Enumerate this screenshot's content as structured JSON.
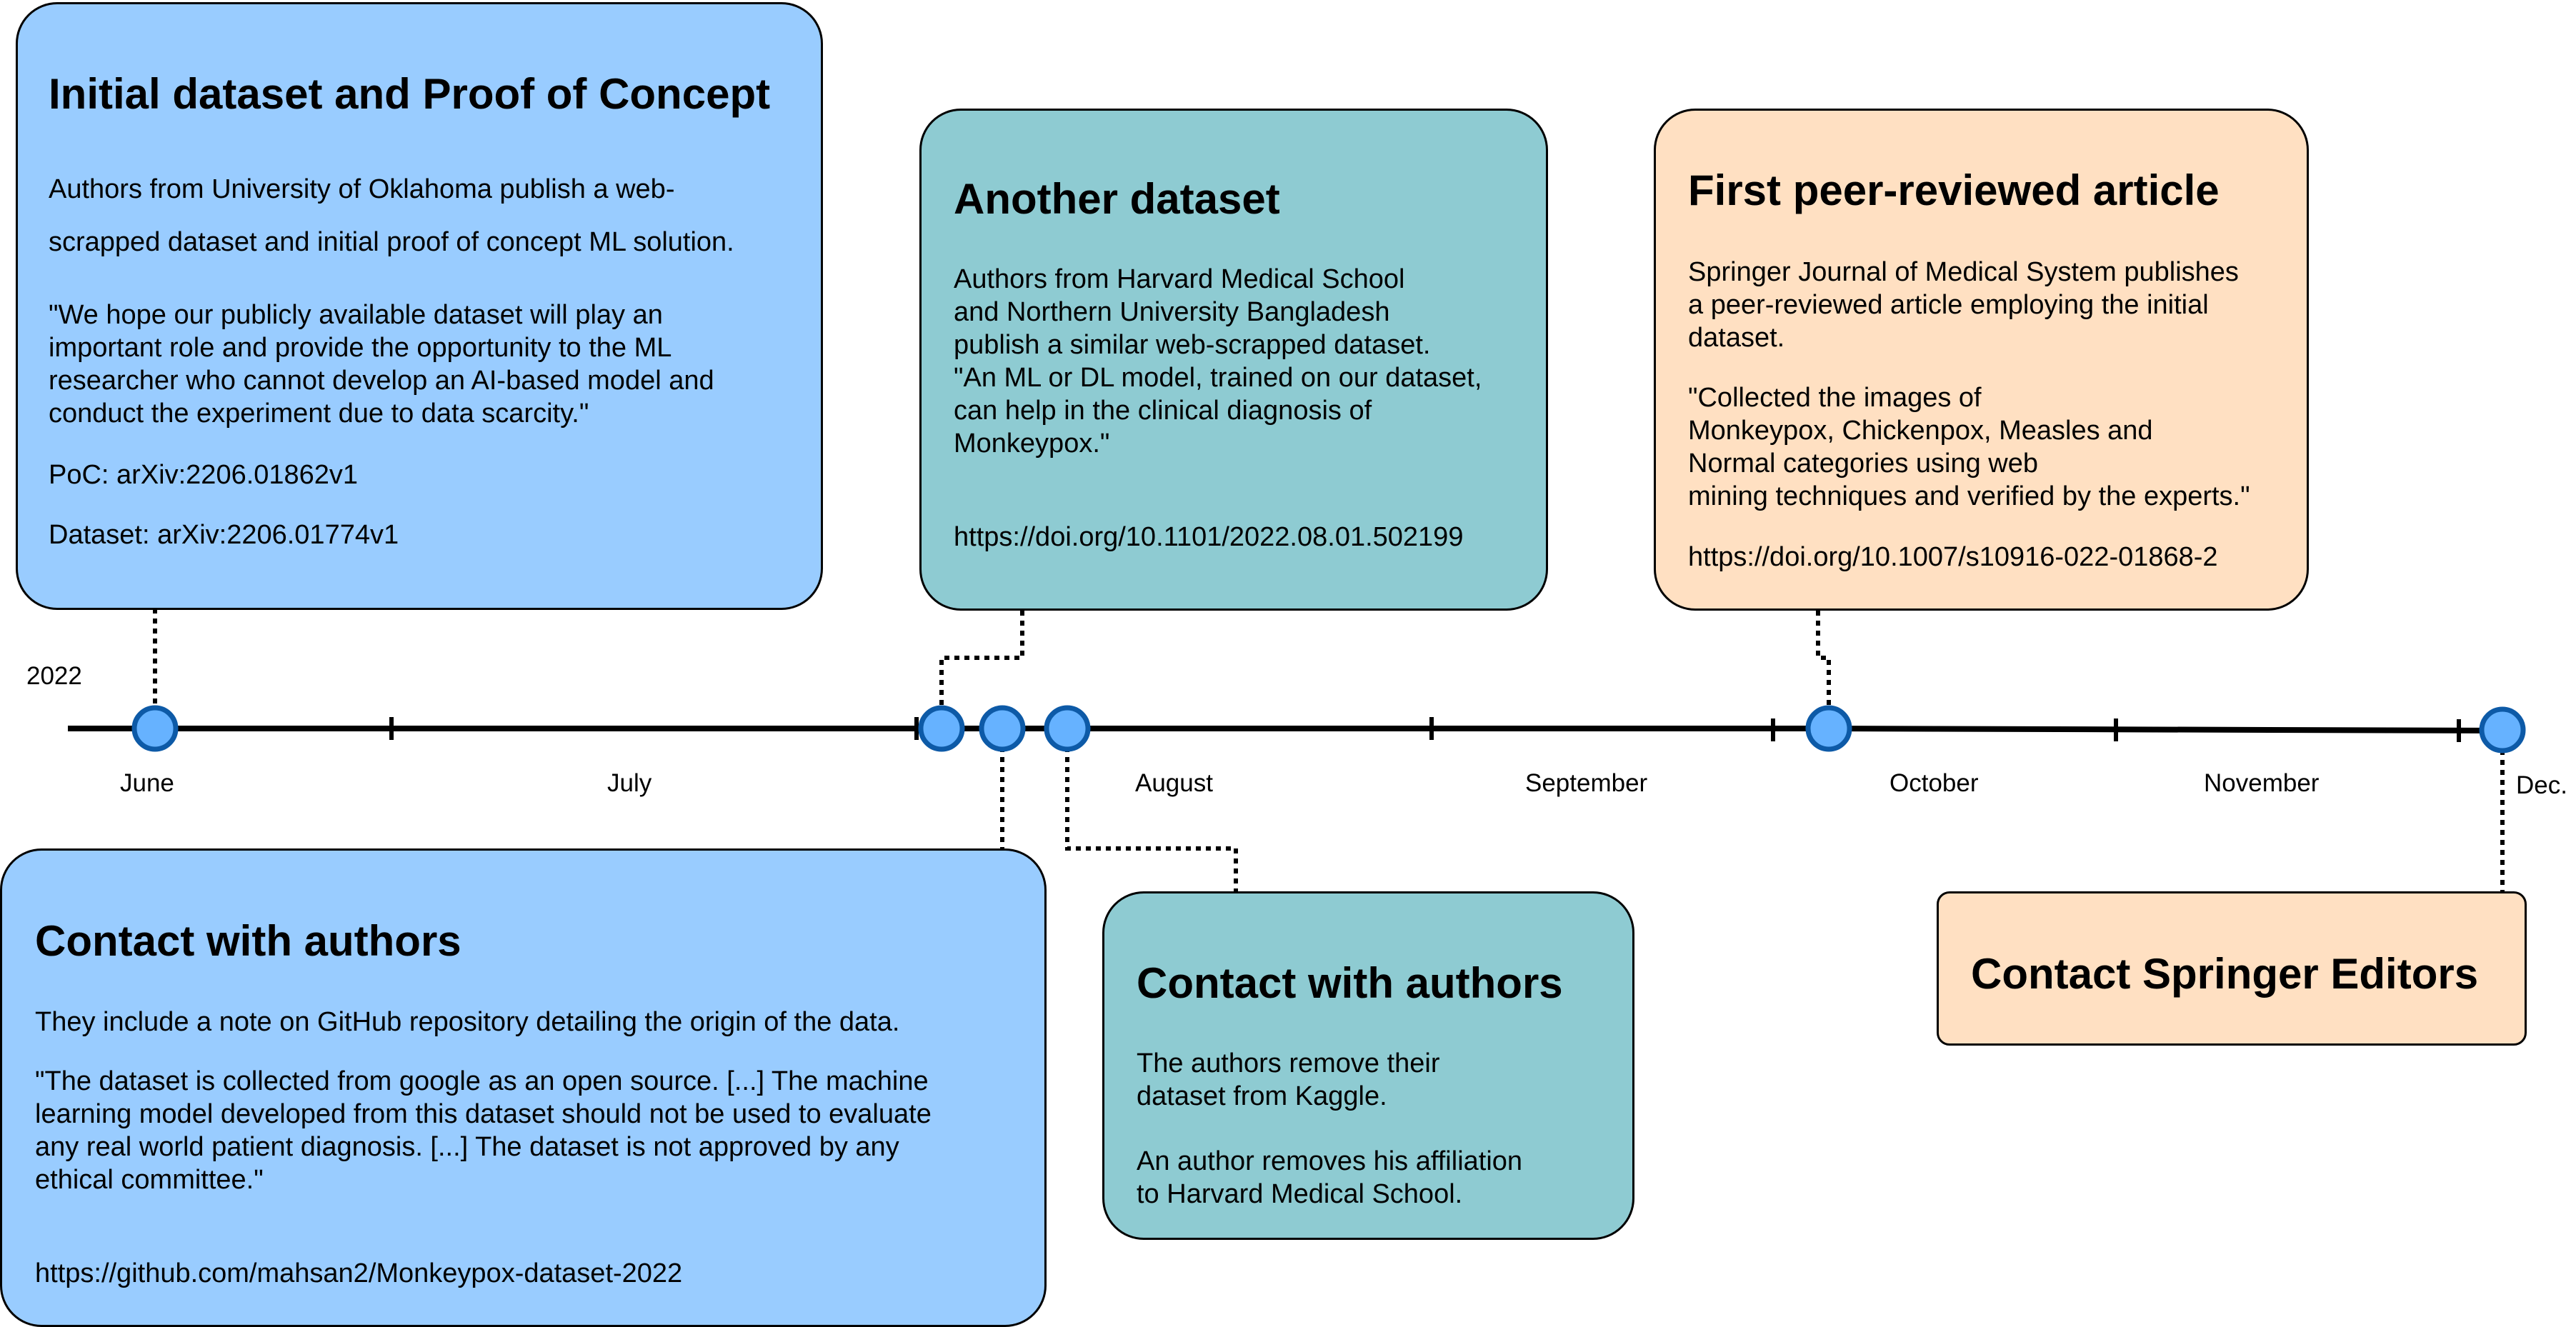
{
  "year_label": "2022",
  "months": [
    "June",
    "July",
    "August",
    "September",
    "October",
    "November",
    "Dec."
  ],
  "events": {
    "initial": {
      "title": "Initial dataset and Proof of Concept",
      "line1": "Authors from University of Oklahoma publish a web-",
      "line2": "scrapped dataset and initial proof of concept ML solution.",
      "quote": "\"We hope our publicly available dataset will play an\nimportant role and provide the opportunity to the ML\nresearcher who cannot develop an AI-based model and\nconduct the experiment due to data scarcity.\"",
      "poc": "PoC: arXiv:2206.01862v1",
      "dataset": "Dataset: arXiv:2206.01774v1"
    },
    "another": {
      "title": "Another dataset",
      "body": "Authors from Harvard Medical School\nand Northern University Bangladesh\npublish a similar web-scrapped dataset.\n\"An ML or DL model, trained on our dataset,\ncan help in the clinical diagnosis of\nMonkeypox.\"",
      "doi": "https://doi.org/10.1101/2022.08.01.502199"
    },
    "peer": {
      "title": "First peer-reviewed article",
      "body": "Springer Journal of Medical System publishes\na peer-reviewed article employing the initial\ndataset.",
      "quote": "\"Collected the images of\nMonkeypox, Chickenpox, Measles and\nNormal categories using web\nmining techniques and verified by the experts.\"",
      "doi": "https://doi.org/10.1007/s10916-022-01868-2"
    },
    "contact1": {
      "title": "Contact with authors",
      "note": "They include a note on GitHub repository detailing the origin of the data.",
      "quote": "\"The dataset is collected from google as an open source. [...] The machine\nlearning model developed from this dataset should not be used to evaluate\nany real world patient diagnosis. [...] The dataset is not approved by any\nethical committee.\"",
      "link": "https://github.com/mahsan2/Monkeypox-dataset-2022"
    },
    "contact2": {
      "title": "Contact with authors",
      "body1": "The authors remove their\ndataset from Kaggle.",
      "body2": "An author removes his affiliation\nto Harvard Medical School."
    },
    "springer": {
      "title": "Contact Springer Editors"
    }
  },
  "colors": {
    "blue_card": "#99ccff",
    "teal_card": "#8ecbd2",
    "peach_card": "#ffe0c2",
    "marker_fill": "#66b2ff",
    "marker_stroke": "#0d5aa7"
  }
}
